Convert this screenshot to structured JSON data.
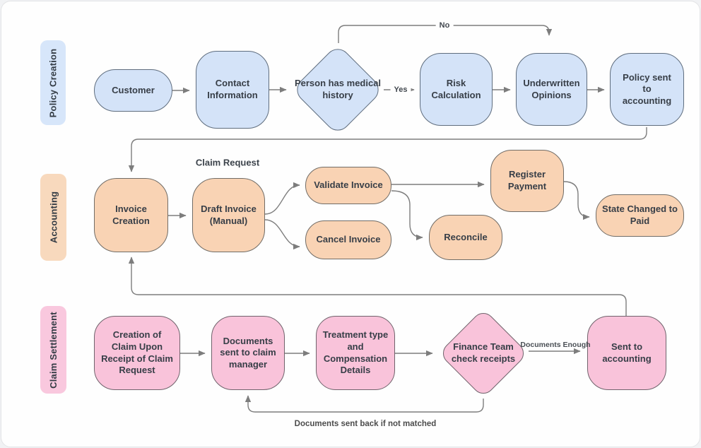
{
  "lanes": [
    {
      "label": "Policy Creation"
    },
    {
      "label": "Accounting"
    },
    {
      "label": "Claim Settlement"
    }
  ],
  "nodes": [
    {
      "label": "Customer",
      "lane": "Policy Creation",
      "shape": "stadium"
    },
    {
      "label": "Contact Information",
      "lane": "Policy Creation",
      "shape": "rounded-rect"
    },
    {
      "label": "Person has medical history",
      "lane": "Policy Creation",
      "shape": "diamond"
    },
    {
      "label": "Risk Calculation",
      "lane": "Policy Creation",
      "shape": "rounded-rect"
    },
    {
      "label": "Underwritten Opinions",
      "lane": "Policy Creation",
      "shape": "rounded-rect"
    },
    {
      "label": "Policy sent to accounting",
      "lane": "Policy Creation",
      "shape": "rounded-rect"
    },
    {
      "label": "Invoice Creation",
      "lane": "Accounting",
      "shape": "rounded-rect"
    },
    {
      "label": "Draft Invoice (Manual)",
      "lane": "Accounting",
      "shape": "rounded-rect"
    },
    {
      "label": "Validate Invoice",
      "lane": "Accounting",
      "shape": "rounded-rect"
    },
    {
      "label": "Cancel Invoice",
      "lane": "Accounting",
      "shape": "rounded-rect"
    },
    {
      "label": "Reconcile",
      "lane": "Accounting",
      "shape": "rounded-rect"
    },
    {
      "label": "Register Payment",
      "lane": "Accounting",
      "shape": "rounded-rect"
    },
    {
      "label": "State Changed to Paid",
      "lane": "Accounting",
      "shape": "rounded-rect"
    },
    {
      "label": "Creation of Claim Upon Receipt of Claim Request",
      "lane": "Claim Settlement",
      "shape": "rounded-rect"
    },
    {
      "label": "Documents sent to claim manager",
      "lane": "Claim Settlement",
      "shape": "rounded-rect"
    },
    {
      "label": "Treatment type and Compensation Details",
      "lane": "Claim Settlement",
      "shape": "rounded-rect"
    },
    {
      "label": "Finance Team check receipts",
      "lane": "Claim Settlement",
      "shape": "diamond"
    },
    {
      "label": "Sent to accounting",
      "lane": "Claim Settlement",
      "shape": "rounded-rect"
    }
  ],
  "edge_labels": {
    "no": "No",
    "yes": "Yes",
    "claim_request": "Claim Request",
    "documents_enough": "Documents Enough",
    "documents_sent_back": "Documents sent back if not matched"
  },
  "colors": {
    "policy_fill": "#d4e3f8",
    "policy_border": "#5f6d7e",
    "policy_lane": "#d7e6fa",
    "accounting_fill": "#f9d3b4",
    "accounting_border": "#716c66",
    "accounting_lane": "#f8d9bd",
    "claim_fill": "#f9c3da",
    "claim_border": "#70636c",
    "claim_lane": "#f9c8de",
    "edge": "#7d7d7d",
    "text": "#373e47",
    "canvas": "#fefefe"
  }
}
